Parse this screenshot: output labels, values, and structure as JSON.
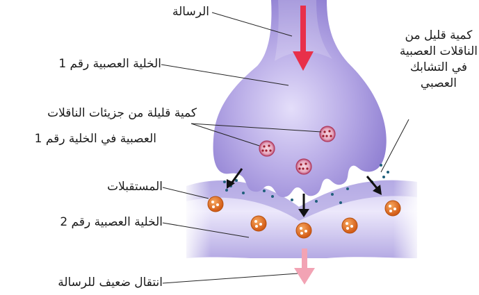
{
  "labels": {
    "message": "الرسالة",
    "neuron1": "الخلية العصبية رقم 1",
    "vesicles_line1": "كمية قليلة من جزيئات الناقلات",
    "vesicles_line2": "العصبية في الخلية رقم 1",
    "cleft_line1": "كمية قليل من",
    "cleft_line2": "الناقلات العصبية",
    "cleft_line3": "في التشابك",
    "cleft_line4": "العصبي",
    "receptors": "المستقبلات",
    "neuron2": "الخلية العصبية رقم 2",
    "weak_transfer": "انتقال ضعيف للرسالة"
  },
  "colors": {
    "neuron_purple": "#a99be0",
    "neuron_light": "#d9d2f3",
    "signal_arrow": "#e8304a",
    "weak_arrow": "#f2a3b4",
    "vesicle_red": "#c0392b",
    "receptor_orange": "#e8742a",
    "transmitter_teal": "#1f5f7a"
  }
}
